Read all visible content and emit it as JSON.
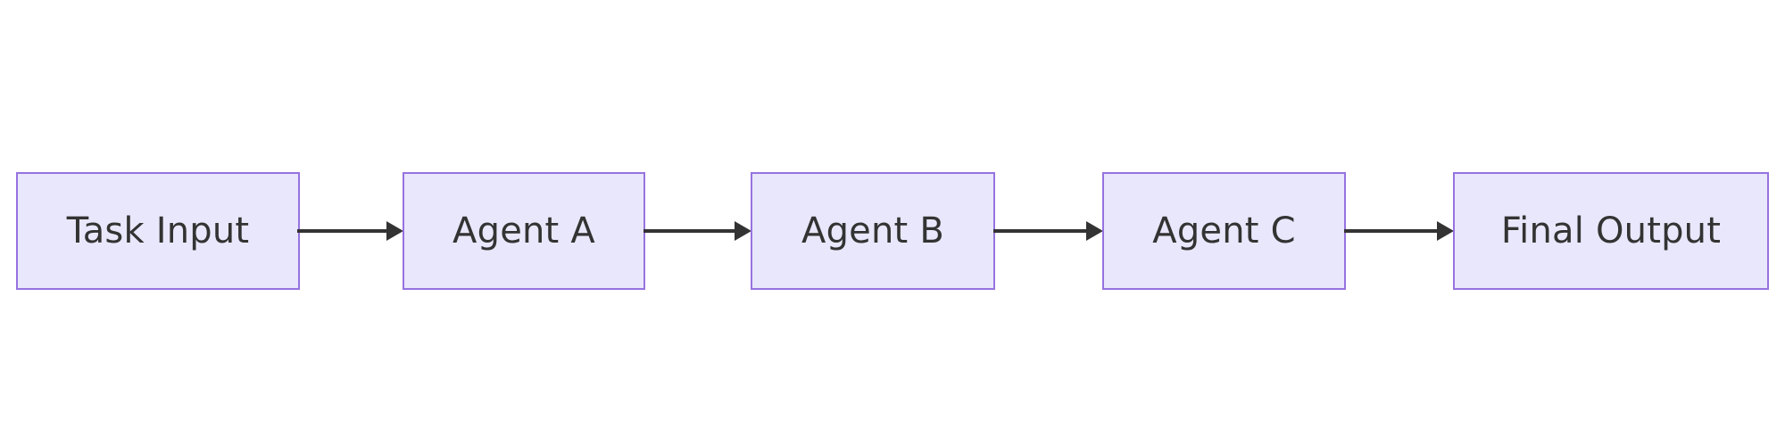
{
  "diagram": {
    "type": "flowchart",
    "orientation": "left-to-right",
    "title": "",
    "background_color": "#ffffff",
    "node_fill_color": "#e9e7fb",
    "node_border_color": "#9673e0",
    "node_text_color": "#333333",
    "edge_color": "#333333",
    "nodes": [
      {
        "id": "task-input",
        "label": "Task Input"
      },
      {
        "id": "agent-a",
        "label": "Agent A"
      },
      {
        "id": "agent-b",
        "label": "Agent B"
      },
      {
        "id": "agent-c",
        "label": "Agent C"
      },
      {
        "id": "final-output",
        "label": "Final Output"
      }
    ],
    "edges": [
      {
        "id": "edge-1",
        "from": "task-input",
        "to": "agent-a",
        "label": "",
        "arrow": "arrow-right-icon"
      },
      {
        "id": "edge-2",
        "from": "agent-a",
        "to": "agent-b",
        "label": "",
        "arrow": "arrow-right-icon"
      },
      {
        "id": "edge-3",
        "from": "agent-b",
        "to": "agent-c",
        "label": "",
        "arrow": "arrow-right-icon"
      },
      {
        "id": "edge-4",
        "from": "agent-c",
        "to": "final-output",
        "label": "",
        "arrow": "arrow-right-icon"
      }
    ]
  }
}
